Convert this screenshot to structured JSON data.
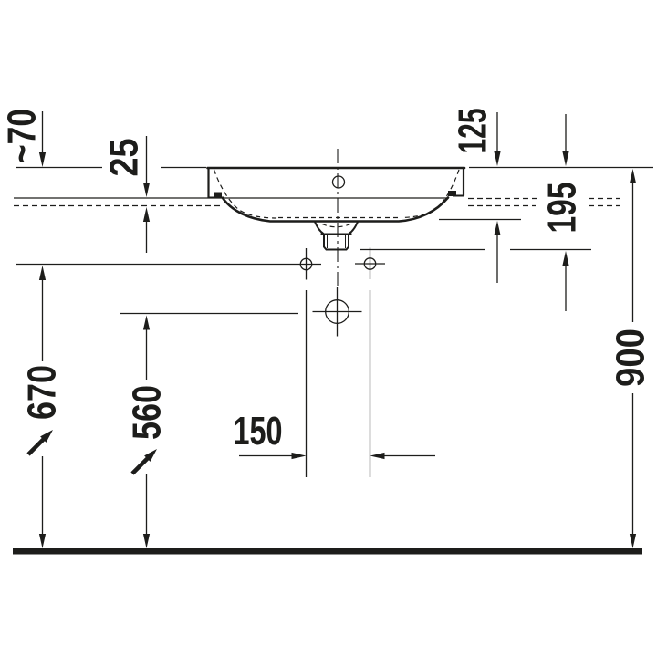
{
  "drawing": {
    "name": "washbasin-installation-front-elevation",
    "line_color": "#1d1d1b",
    "background": "#ffffff",
    "dimension_labels": {
      "faucet_above_rim": "~70",
      "rim_to_mounting_line": "25",
      "rim_to_bowl_bottom": "125",
      "rim_to_drain_outlet": "195",
      "fixing_hole_spacing": "150",
      "supply_height_above_floor": "560",
      "fixing_hole_height_above_floor": "670",
      "rim_height_above_floor": "900"
    }
  }
}
